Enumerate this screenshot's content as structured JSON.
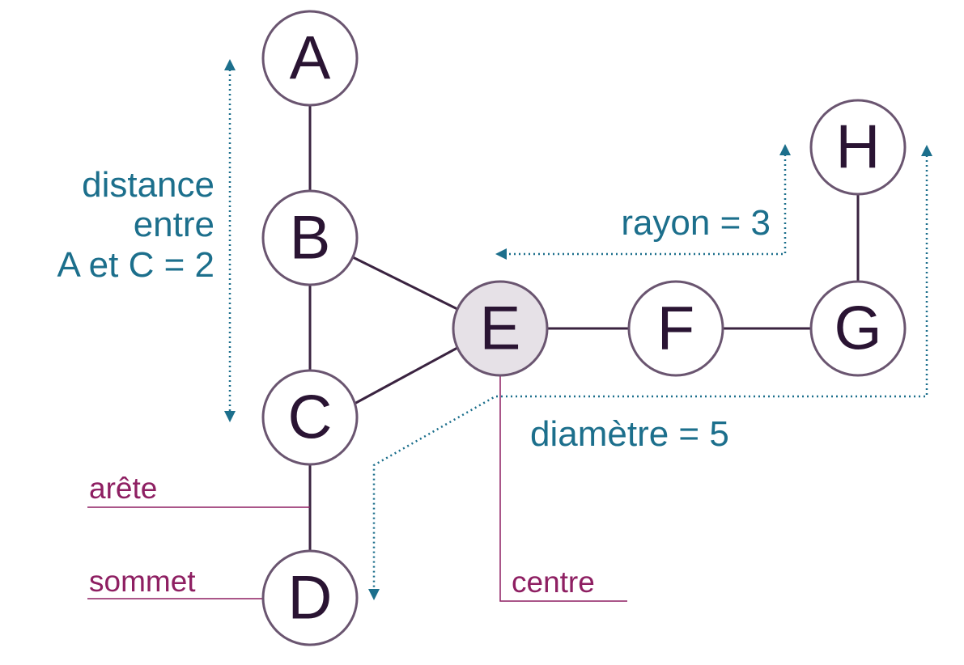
{
  "nodes": {
    "A": "A",
    "B": "B",
    "C": "C",
    "D": "D",
    "E": "E",
    "F": "F",
    "G": "G",
    "H": "H"
  },
  "annotations": {
    "distance": [
      "distance",
      "entre",
      "A et C = 2"
    ],
    "rayon": "rayon = 3",
    "diametre": "diamètre = 5",
    "arete": "arête",
    "sommet": "sommet",
    "centre": "centre"
  },
  "colors": {
    "edge": "#3a2340",
    "node_stroke": "#6a5570",
    "center_fill": "#e6e1e7",
    "annotation_blue": "#1c6f8c",
    "label_purple": "#8e1f62"
  }
}
